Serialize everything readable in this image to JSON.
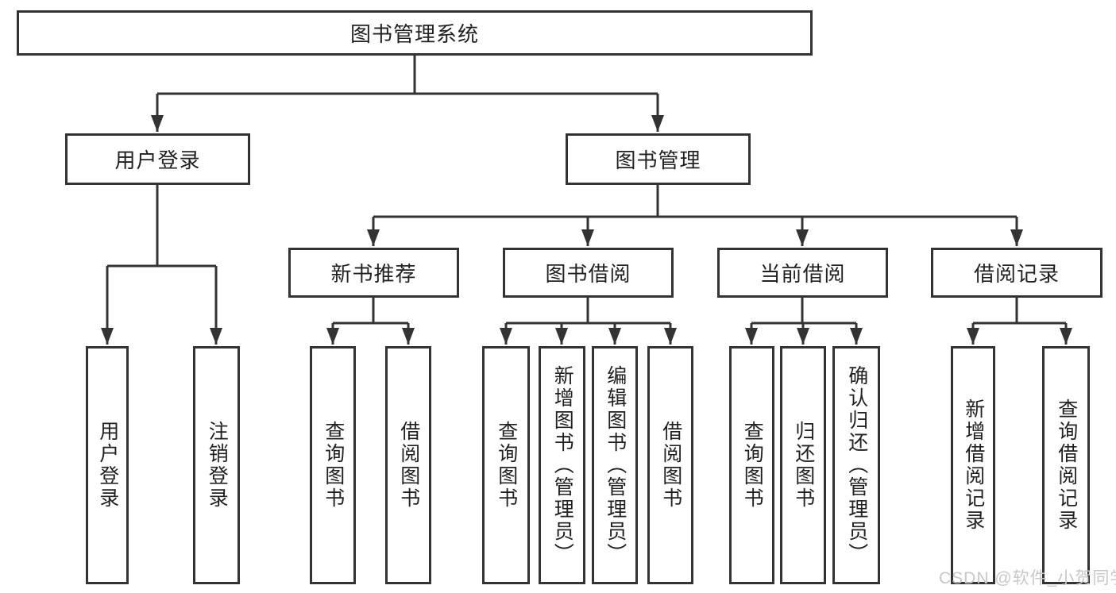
{
  "tree": {
    "root": {
      "label": "图书管理系统"
    },
    "branches": [
      {
        "label": "用户登录",
        "children": [
          {
            "label": "用户登录"
          },
          {
            "label": "注销登录"
          }
        ]
      },
      {
        "label": "图书管理",
        "children": [
          {
            "label": "新书推荐",
            "children": [
              {
                "label": "查询图书"
              },
              {
                "label": "借阅图书"
              }
            ]
          },
          {
            "label": "图书借阅",
            "children": [
              {
                "label": "查询图书"
              },
              {
                "label": "新增图书（管理员）"
              },
              {
                "label": "编辑图书（管理员）"
              },
              {
                "label": "借阅图书"
              }
            ]
          },
          {
            "label": "当前借阅",
            "children": [
              {
                "label": "查询图书"
              },
              {
                "label": "归还图书"
              },
              {
                "label": "确认归还（管理员）"
              }
            ]
          },
          {
            "label": "借阅记录",
            "children": [
              {
                "label": "新增借阅记录"
              },
              {
                "label": "查询借阅记录"
              }
            ]
          }
        ]
      }
    ]
  },
  "watermark": {
    "text": "CSDN @软件_小贺同学"
  },
  "colors": {
    "line": "#333333",
    "box_border": "#333333",
    "text": "#212121",
    "watermark": "#c8c8c8",
    "background": "#ffffff"
  }
}
